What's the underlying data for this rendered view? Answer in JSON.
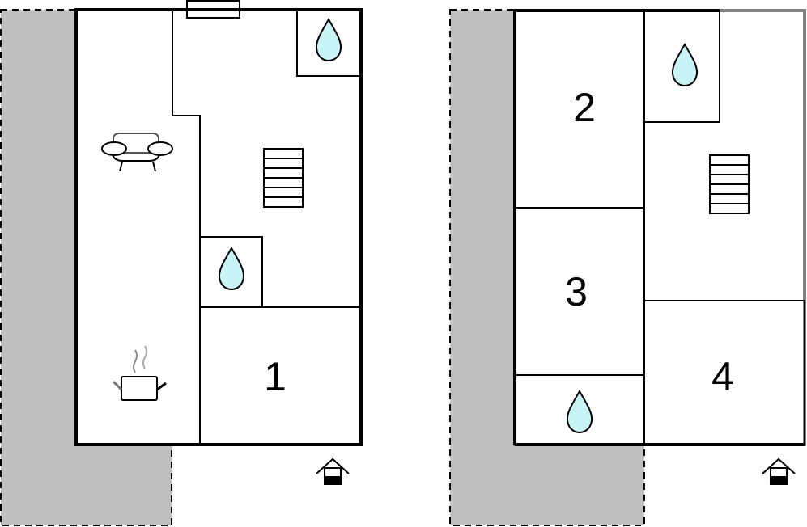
{
  "floors": [
    {
      "name": "ground-floor",
      "rooms": [
        {
          "label": "1"
        }
      ]
    },
    {
      "name": "upper-floor",
      "rooms": [
        {
          "label": "2"
        },
        {
          "label": "3"
        },
        {
          "label": "4"
        }
      ]
    }
  ],
  "icons": [
    "sofa-icon",
    "cooking-pot-icon",
    "stairs-icon",
    "water-drop-icon",
    "entrance-icon"
  ],
  "colors": {
    "terrace": "#c0c0c0",
    "water": "#c8f4f8",
    "wall": "#000000"
  }
}
